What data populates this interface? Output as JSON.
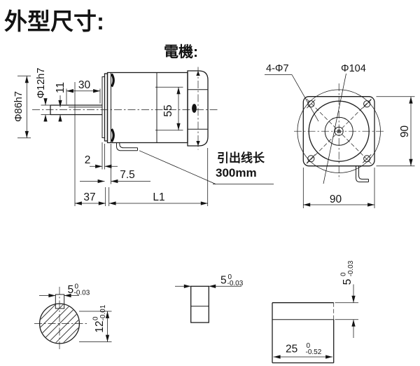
{
  "title": "外型尺寸:",
  "ink_color": "#1c1c1c",
  "side_view": {
    "label": "電機:",
    "dim_phi86": "Φ86h7",
    "dim_phi12": "Φ12h7",
    "dim_11": "11",
    "dim_30": "30",
    "dim_2": "2",
    "dim_7_5": "7.5",
    "dim_37": "37",
    "dim_L1": "L1",
    "dim_55": "55",
    "lead_wire_line1": "引出线长",
    "lead_wire_line2": "300mm"
  },
  "front_view": {
    "dim_holes": "4-Φ7",
    "dim_outer_circle": "Φ104",
    "dim_height": "90",
    "dim_width": "90"
  },
  "key_details": {
    "section_view": {
      "key_width": "5",
      "key_width_tol_upper": "0",
      "key_width_tol_lower": "-0.03",
      "shaft_flat": "12",
      "shaft_flat_tol_upper": "0",
      "shaft_flat_tol_lower": "-0.01"
    },
    "end_view": {
      "width": "5",
      "tol_upper": "0",
      "tol_lower": "-0.03"
    },
    "top_view": {
      "length": "25",
      "length_tol_upper": "0",
      "length_tol_lower": "-0.52",
      "width": "5",
      "width_tol_upper": "0",
      "width_tol_lower": "-0.03"
    }
  }
}
